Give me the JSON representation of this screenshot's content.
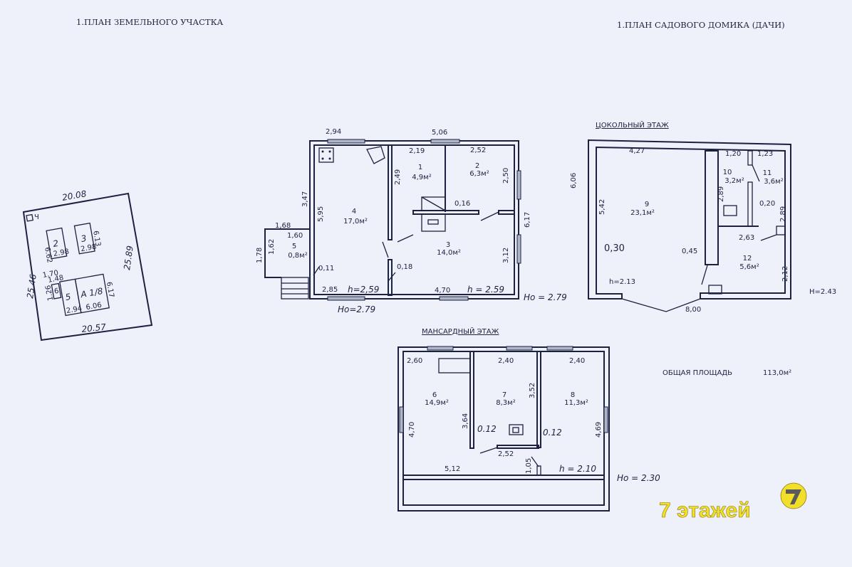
{
  "titles": {
    "land_plot": "1.ПЛАН ЗЕМЕЛЬНОГО УЧАСТКА",
    "house_plan": "1.ПЛАН САДОВОГО ДОМИКА (ДАЧИ)"
  },
  "site_plan": {
    "top": "20.08",
    "bottom": "20.57",
    "left": "25.46",
    "right": "25.89",
    "marker": "Ч",
    "buildings": [
      {
        "id": "2",
        "w": "2.98",
        "h": "6.62"
      },
      {
        "id": "3",
        "w": "2.98",
        "h": "6.13"
      },
      {
        "id": "5",
        "w": "2.94",
        "h": "6.17"
      },
      {
        "id": "А 1/8",
        "w": "6.06",
        "h": "6.17"
      },
      {
        "id": "6",
        "w": "1.48",
        "h": "1.26"
      }
    ],
    "small": "1.70"
  },
  "ground_floor": {
    "dims": {
      "top_left": "2,94",
      "top_right": "5,06",
      "left_outer": "3,47",
      "left_inner": "5,95",
      "right": "6,17",
      "porch_top": "1,68",
      "porch_inner": "1,60",
      "porch_left": "1,78",
      "porch_inner_left": "1,62",
      "r1_top": "2,19",
      "r1_left": "2,49",
      "r2_top": "2,52",
      "r2_right": "2,50",
      "r3_right": "3,12",
      "stove": "0,16",
      "wall1": "0,11",
      "wall2": "0,18",
      "r4_bottom": "2,85",
      "r3_bottom": "4,70"
    },
    "rooms": [
      {
        "num": "1",
        "area": "4,9м²"
      },
      {
        "num": "2",
        "area": "6,3м²"
      },
      {
        "num": "3",
        "area": "14,0м²"
      },
      {
        "num": "4",
        "area": "17,0м²"
      },
      {
        "num": "5",
        "area": "0,8м²"
      }
    ],
    "h_left": "h=2,59",
    "h_right": "h = 2.59",
    "ho_bottom": "Ho=2.79",
    "ho_right": "Ho = 2.79"
  },
  "basement": {
    "title": "ЦОКОЛЬНЫЙ   ЭТАЖ",
    "dims": {
      "outer_left": "6,06",
      "r9_top": "4,27",
      "r9_left": "5,42",
      "wall": "0,30",
      "part": "0,45",
      "r10_top": "1,20",
      "r11_top": "1,23",
      "r10_left": "2,89",
      "wall2": "0,20",
      "r11_right": "2,89",
      "r12_top": "2,63",
      "r12_right": "2,12",
      "bottom": "8,00"
    },
    "rooms": [
      {
        "num": "9",
        "area": "23,1м²"
      },
      {
        "num": "10",
        "area": "3,2м²"
      },
      {
        "num": "11",
        "area": "3,6м²"
      },
      {
        "num": "12",
        "area": "5,6м²"
      }
    ],
    "h_in": "h=2.13",
    "h_out": "H=2.43"
  },
  "attic": {
    "title": "МАНСАРДНЫЙ   ЭТАЖ",
    "dims": {
      "r6_top": "2,60",
      "r7_top": "2,40",
      "r8_top": "2,40",
      "r6_left": "4,70",
      "r7_left": "3,64",
      "r7_right": "3,52",
      "r8_right": "4,69",
      "r7_bottom": "2,52",
      "r6_bottom": "5,12",
      "door": "1,05",
      "w1": "0.12",
      "w2": "0.12"
    },
    "rooms": [
      {
        "num": "6",
        "area": "14,9м²"
      },
      {
        "num": "7",
        "area": "8,3м²"
      },
      {
        "num": "8",
        "area": "11,3м²"
      }
    ],
    "h_in": "h = 2.10",
    "ho": "Ho = 2.30"
  },
  "total_area": {
    "label": "ОБЩАЯ  ПЛОЩАДЬ",
    "value": "113,0м²"
  },
  "watermark": {
    "text": "7 этажей",
    "logo": "7",
    "color": "#f2df2a"
  }
}
